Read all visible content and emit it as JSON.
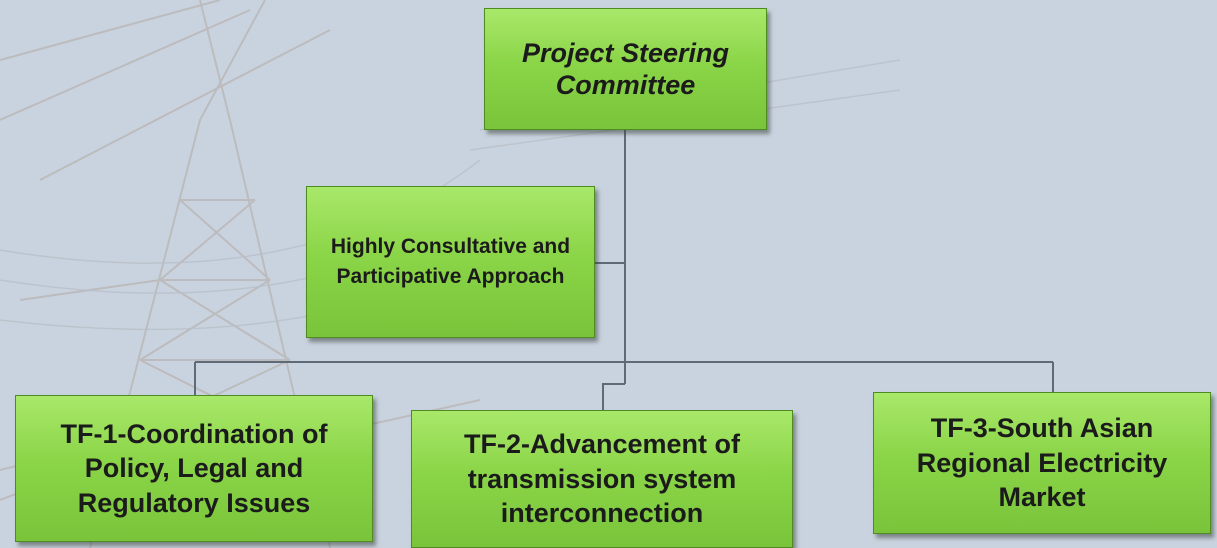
{
  "diagram": {
    "root": {
      "label": "Project Steering Committee"
    },
    "assistant": {
      "label": "Highly Consultative and Participative Approach"
    },
    "task_forces": [
      {
        "label": "TF-1-Coordination of Policy, Legal and Regulatory Issues"
      },
      {
        "label": "TF-2-Advancement of transmission system interconnection"
      },
      {
        "label": "TF-3-South Asian Regional Electricity Market"
      }
    ]
  },
  "colors": {
    "background": "#c9d3df",
    "box_fill": "#8bd548",
    "box_border": "#4f8a22",
    "connector": "#5e6a75"
  }
}
